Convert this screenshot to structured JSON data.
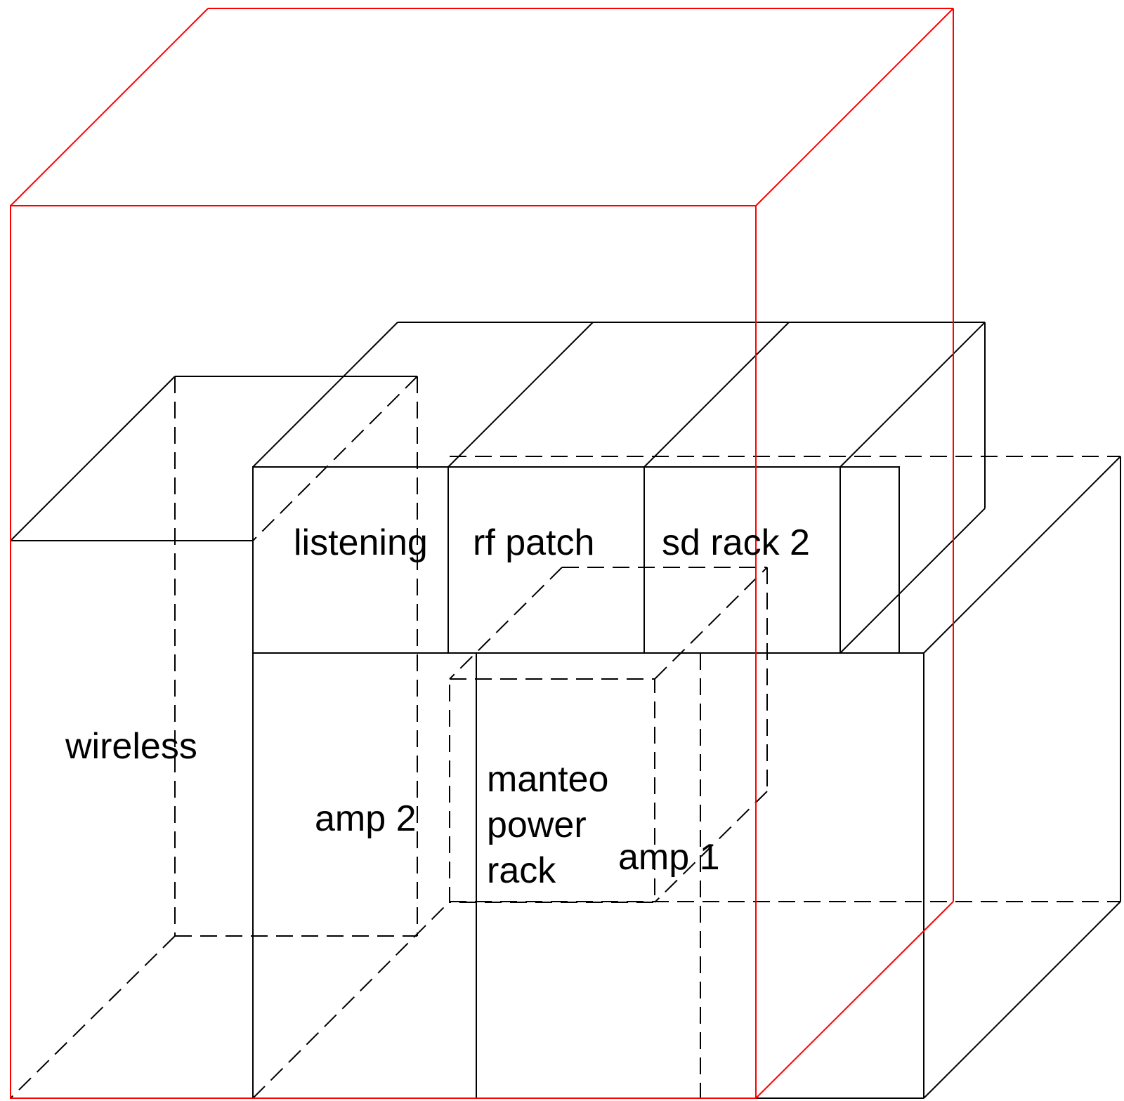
{
  "diagram": {
    "labels": {
      "wireless": "wireless",
      "listening": "listening",
      "rf_patch": "rf patch",
      "sd_rack_2": "sd rack 2",
      "amp_2": "amp 2",
      "manteo_line1": "manteo",
      "manteo_line2": "power",
      "manteo_line3": "rack",
      "amp_1": "amp 1"
    },
    "colors": {
      "outer_box": "#ff0000",
      "edges": "#000000",
      "text": "#000000",
      "background": "#ffffff"
    }
  }
}
